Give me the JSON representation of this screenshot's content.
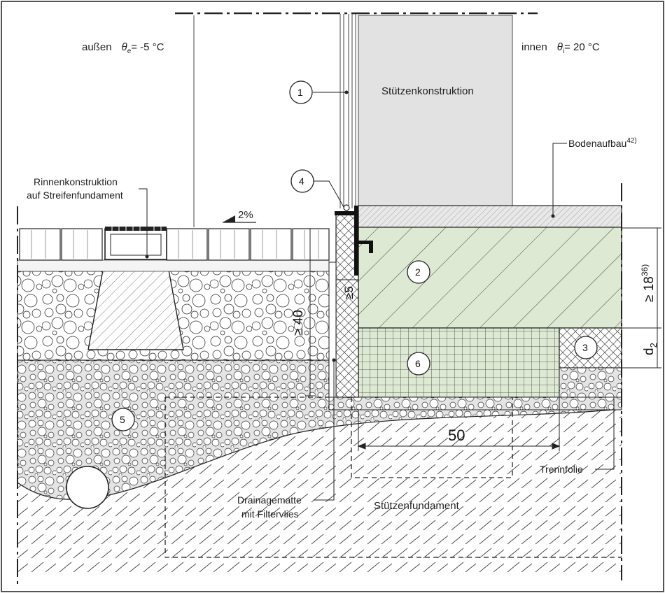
{
  "labels": {
    "outside": "außen",
    "outside_theta": "θ",
    "outside_theta_sub": "e",
    "outside_temp": "=   -5 °C",
    "inside": "innen",
    "inside_theta": "θ",
    "inside_theta_sub": "i",
    "inside_temp": "=   20 °C",
    "column": "Stützenkonstruktion",
    "floor": "Bodenaufbau",
    "floor_sup": "42)",
    "gutter_line1": "Rinnenkonstruktion",
    "gutter_line2": "auf Streifenfundament",
    "slope": "2%",
    "drain_line1": "Drainagematte",
    "drain_line2": "mit Filtervlies",
    "foundation": "Stützenfundament",
    "separation_foil": "Trennfolie"
  },
  "dimensions": {
    "ge40": "≥ 40",
    "ge5": "≥5",
    "ge18": "≥ 18",
    "ge18_sup": "36)",
    "d2": "d",
    "d2_sub": "2",
    "fifty": "50"
  },
  "markers": [
    "1",
    "2",
    "3",
    "4",
    "5",
    "6"
  ],
  "colors": {
    "green_fill": "#dde9d2",
    "column_fill": "#e2e2e2",
    "floor_fill": "#e8e8e8",
    "line": "#222222"
  }
}
